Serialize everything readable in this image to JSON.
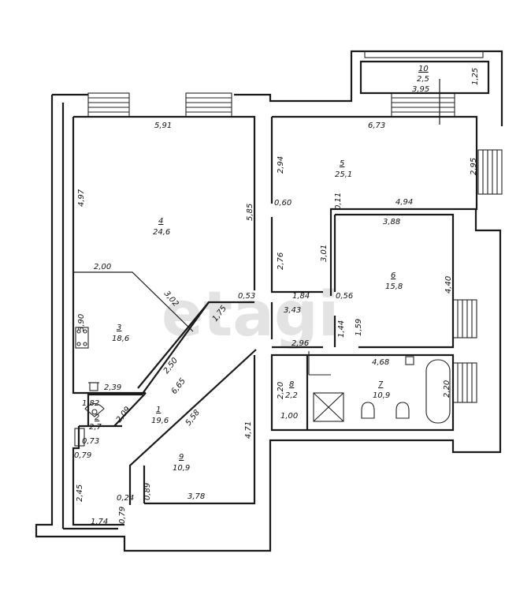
{
  "watermark": "etagi",
  "rooms": [
    {
      "id": "1",
      "area": "19,6"
    },
    {
      "id": "2",
      "area": "2,7"
    },
    {
      "id": "3",
      "area": "18,6"
    },
    {
      "id": "4",
      "area": "24,6"
    },
    {
      "id": "5",
      "area": "25,1"
    },
    {
      "id": "6",
      "area": "15,8"
    },
    {
      "id": "7",
      "area": "10,9"
    },
    {
      "id": "8",
      "area": "2,2"
    },
    {
      "id": "9",
      "area": "10,9"
    },
    {
      "id": "10",
      "area": "2,5"
    }
  ],
  "dimensions": [
    "5,91",
    "4,97",
    "5,85",
    "2,00",
    "3,02",
    "3,90",
    "0,53",
    "1,75",
    "2,50",
    "6,65",
    "2,39",
    "1,82",
    "2,09",
    "0,73",
    "0,79",
    "2,45",
    "0,24",
    "0,79",
    "1,74",
    "0,89",
    "3,78",
    "5,58",
    "4,71",
    "1,84",
    "3,43",
    "0,56",
    "1,44",
    "1,59",
    "2,96",
    "2,76",
    "3,01",
    "0,60",
    "2,94",
    "6,73",
    "2,95",
    "0,11",
    "4,94",
    "3,88",
    "4,40",
    "4,68",
    "2,20",
    "2,20",
    "1,00",
    "3,95",
    "1,25"
  ]
}
